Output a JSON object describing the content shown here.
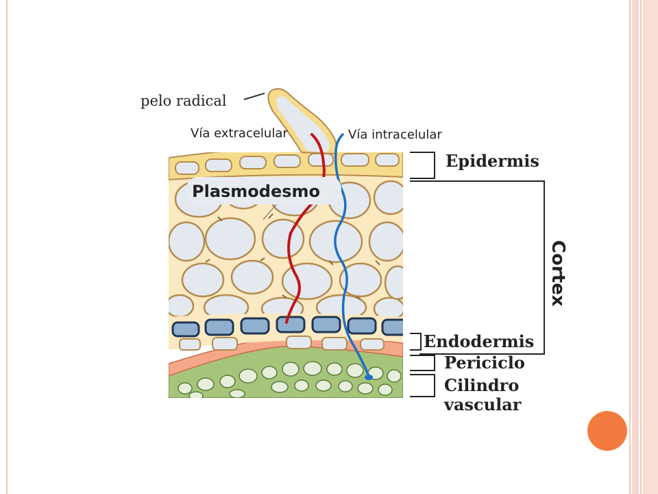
{
  "labels": {
    "root_hair": "pelo radical",
    "extracellular": "Vía extracelular",
    "intracellular": "Vía intracelular",
    "plasmodesm": "Plasmodesmo",
    "epidermis": "Epidermis",
    "cortex": "Cortex",
    "endodermis": "Endodermis",
    "pericycle": "Periciclo",
    "vascular_line1": "Cilindro",
    "vascular_line2": "vascular"
  },
  "colors": {
    "epidermis": "#f5dc8c",
    "cortex": "#fbe9c2",
    "cell_interior": "#e4e9f0",
    "endodermis_band": "#1f3552",
    "endodermis_cell": "#8fb0cf",
    "pericycle": "#f4a889",
    "vascular": "#a6c57a",
    "vascular_cell": "#e7eedb",
    "extracellular_path": "#c0161b",
    "intracellular_path": "#1e6fc2",
    "accent_dot": "#f47b3f"
  }
}
